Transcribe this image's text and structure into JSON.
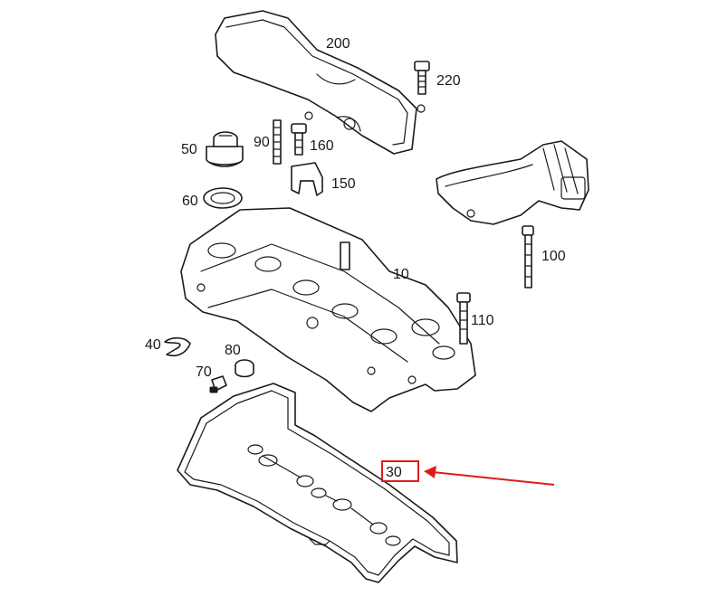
{
  "labels": {
    "p200": "200",
    "p220": "220",
    "p90": "90",
    "p160": "160",
    "p50": "50",
    "p150": "150",
    "p60": "60",
    "p100": "100",
    "p10": "10",
    "p110": "110",
    "p40": "40",
    "p80": "80",
    "p70": "70",
    "p30": "30"
  },
  "highlight": {
    "part": "30",
    "color": "#e01b1b"
  }
}
